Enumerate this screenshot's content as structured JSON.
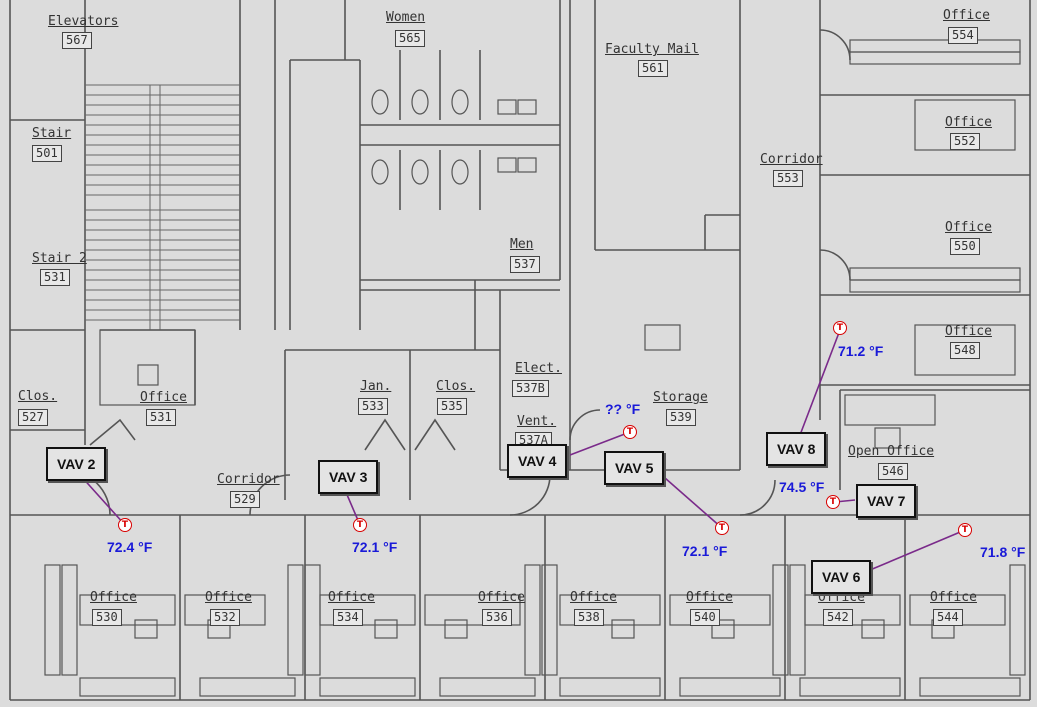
{
  "rooms": {
    "elevators": {
      "label": "Elevators",
      "num": "567"
    },
    "women": {
      "label": "Women",
      "num": "565"
    },
    "faculty_mail": {
      "label": "Faculty Mail",
      "num": "561"
    },
    "office_554": {
      "label": "Office",
      "num": "554"
    },
    "stair_501": {
      "label": "Stair",
      "num": "501"
    },
    "stair_531": {
      "label": "Stair 2",
      "num": "531"
    },
    "corridor_553": {
      "label": "Corridor",
      "num": "553"
    },
    "office_552": {
      "label": "Office",
      "num": "552"
    },
    "office_550": {
      "label": "Office",
      "num": "550"
    },
    "men": {
      "label": "Men",
      "num": "537"
    },
    "office_548": {
      "label": "Office",
      "num": "548"
    },
    "clos_527": {
      "label": "Clos.",
      "num": "527"
    },
    "office_531": {
      "label": "Office",
      "num": "531"
    },
    "jan": {
      "label": "Jan.",
      "num": "533"
    },
    "clos_535": {
      "label": "Clos.",
      "num": "535"
    },
    "elect": {
      "label": "Elect.",
      "num": "537B"
    },
    "vent": {
      "label": "Vent.",
      "num": "537A"
    },
    "storage": {
      "label": "Storage",
      "num": "539"
    },
    "open_office": {
      "label": "Open Office",
      "num": "546"
    },
    "corridor_529": {
      "label": "Corridor",
      "num": "529"
    },
    "office_530": {
      "label": "Office",
      "num": "530"
    },
    "office_532": {
      "label": "Office",
      "num": "532"
    },
    "office_534": {
      "label": "Office",
      "num": "534"
    },
    "office_536": {
      "label": "Office",
      "num": "536"
    },
    "office_538": {
      "label": "Office",
      "num": "538"
    },
    "office_540": {
      "label": "Office",
      "num": "540"
    },
    "office_542": {
      "label": "Office",
      "num": "542"
    },
    "office_544": {
      "label": "Office",
      "num": "544"
    }
  },
  "vavs": [
    {
      "label": "VAV 2",
      "temp": "72.4 °F"
    },
    {
      "label": "VAV 3",
      "temp": "72.1 °F"
    },
    {
      "label": "VAV 4",
      "temp": "?? °F"
    },
    {
      "label": "VAV 5",
      "temp": "72.1 °F"
    },
    {
      "label": "VAV 6",
      "temp": "71.8 °F"
    },
    {
      "label": "VAV 7",
      "temp": "74.5 °F"
    },
    {
      "label": "VAV 8",
      "temp": "71.2 °F"
    }
  ],
  "thermostat_symbol": "T",
  "colors": {
    "temperature": "#1a1ad8",
    "thermostat": "#d80000",
    "link_line": "#7a2a8a",
    "background": "#dcdcdc",
    "wall": "#555555"
  }
}
